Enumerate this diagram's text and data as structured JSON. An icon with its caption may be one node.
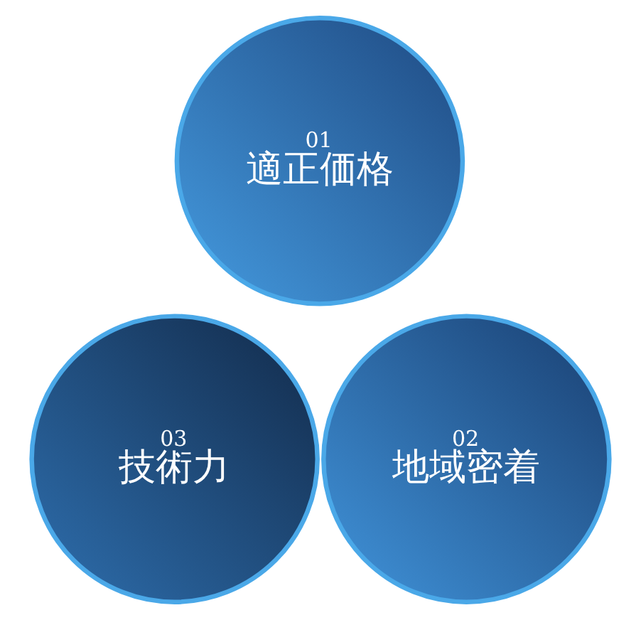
{
  "diagram": {
    "nodes": [
      {
        "text": [
          "01",
          "適正価格"
        ]
      },
      {
        "text": [
          "02",
          "地域密着"
        ]
      },
      {
        "text": [
          "03",
          "技術力"
        ]
      }
    ]
  }
}
